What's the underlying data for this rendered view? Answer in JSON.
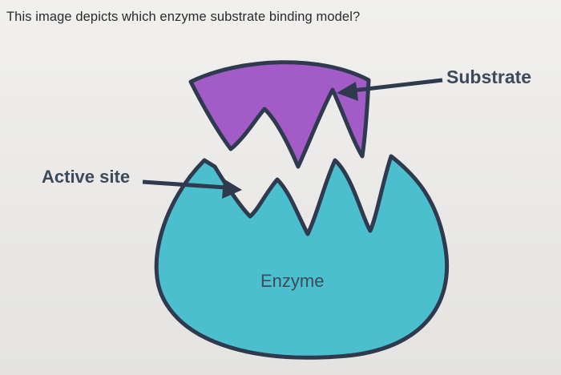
{
  "question": "This image depicts which enzyme substrate binding model?",
  "labels": {
    "substrate": "Substrate",
    "active_site": "Active site",
    "enzyme": "Enzyme"
  },
  "colors": {
    "substrate_fill": "#a35cc7",
    "enzyme_fill": "#4bbfce",
    "outline": "#2f3a4e"
  }
}
